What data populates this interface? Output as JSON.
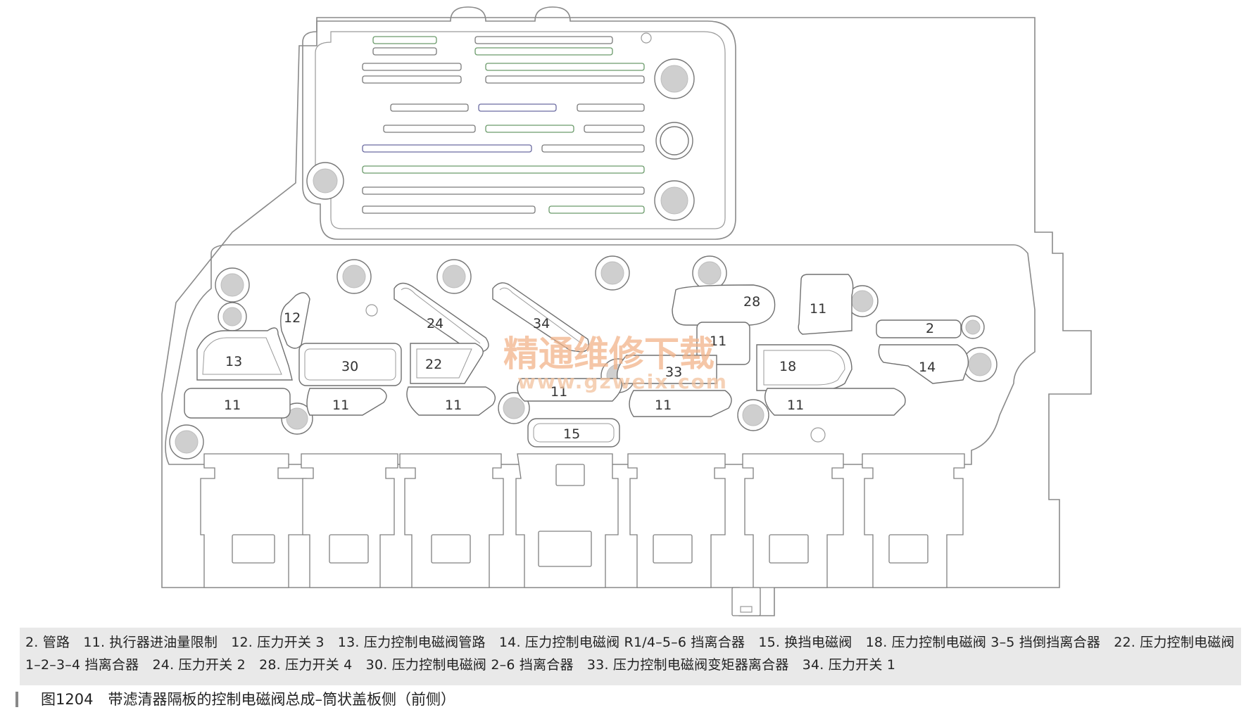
{
  "watermark": {
    "brand": "精通维修下载",
    "url": "www.gzweix.com"
  },
  "part_labels": [
    "2",
    "11",
    "12",
    "13",
    "14",
    "15",
    "18",
    "22",
    "24",
    "28",
    "30",
    "33",
    "34"
  ],
  "legend": "2. 管路　11. 执行器进油量限制　12. 压力开关 3　13. 压力控制电磁阀管路　14. 压力控制电磁阀 R1/4–5–6 挡离合器　15. 换挡电磁阀　18. 压力控制电磁阀 3–5 挡倒挡离合器　22. 压力控制电磁阀 1–2–3–4 挡离合器　24. 压力开关 2　28. 压力开关 4　30. 压力控制电磁阀 2–6 挡离合器　33. 压力控制电磁阀变矩器离合器　34. 压力开关 1",
  "caption": "图1204　带滤清器隔板的控制电磁阀总成–筒状盖板侧（前侧）"
}
